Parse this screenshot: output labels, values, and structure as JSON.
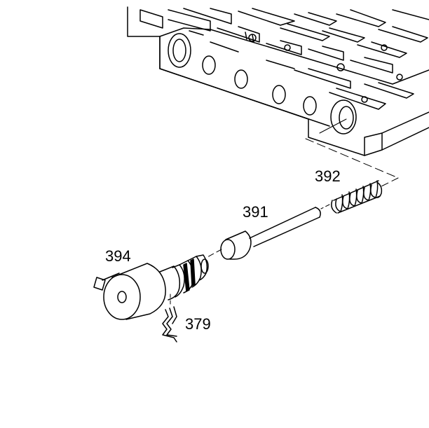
{
  "callouts": {
    "spring": "392",
    "valve": "391",
    "solenoid": "394",
    "clip": "379"
  }
}
